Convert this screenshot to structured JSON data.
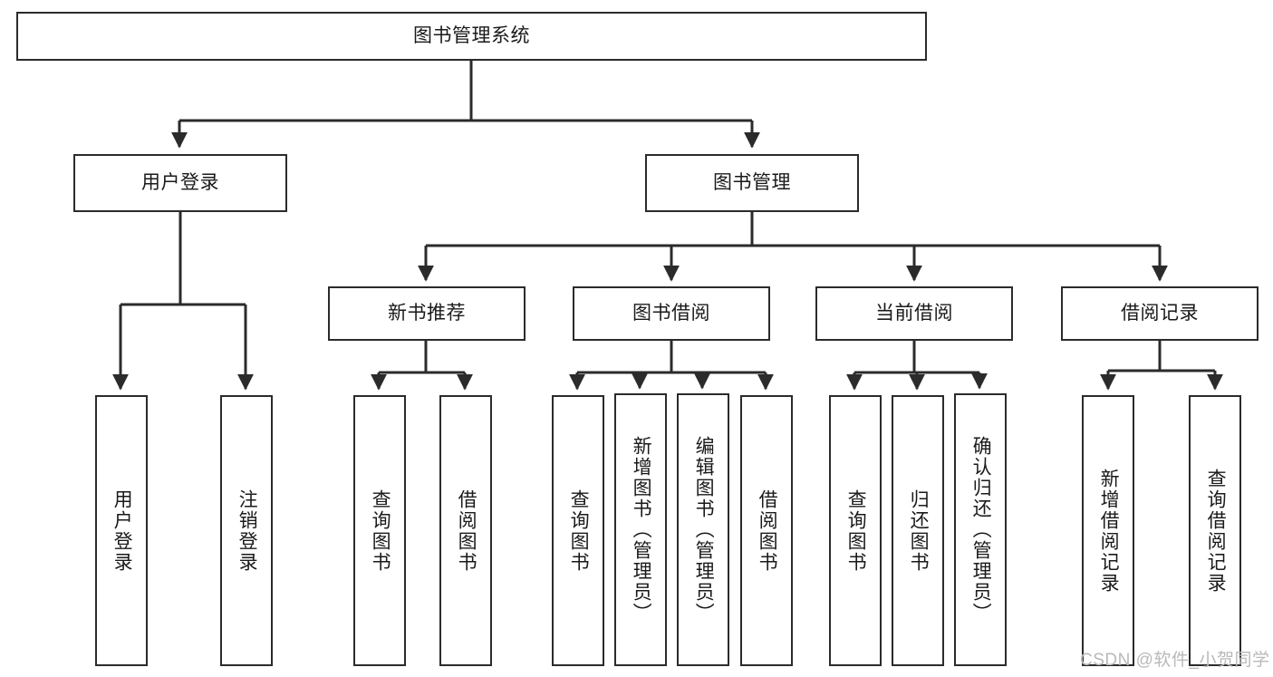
{
  "diagram": {
    "title": "图书管理系统",
    "type": "tree-hierarchy-functional-decomposition",
    "watermark": "CSDN @软件_小贺同学",
    "colors": {
      "box_border": "#2b2b2b",
      "box_fill": "#ffffff",
      "connector": "#2b2b2b",
      "text": "#1a1a1a",
      "watermark": "#b9b9b9",
      "background": "#ffffff"
    },
    "nodes": {
      "root": {
        "label": "图书管理系统",
        "level": 1,
        "orientation": "horizontal"
      },
      "l2": [
        {
          "id": "user-login",
          "label": "用户登录",
          "level": 2,
          "orientation": "horizontal"
        },
        {
          "id": "book-manage",
          "label": "图书管理",
          "level": 2,
          "orientation": "horizontal"
        }
      ],
      "l3": [
        {
          "id": "new-book-rec",
          "label": "新书推荐",
          "level": 3,
          "orientation": "horizontal"
        },
        {
          "id": "book-borrow",
          "label": "图书借阅",
          "level": 3,
          "orientation": "horizontal"
        },
        {
          "id": "current-borrow",
          "label": "当前借阅",
          "level": 3,
          "orientation": "horizontal"
        },
        {
          "id": "borrow-record",
          "label": "借阅记录",
          "level": 3,
          "orientation": "horizontal"
        }
      ],
      "leaves": [
        {
          "id": "leaf-user-login",
          "label": "用户登录",
          "parent": "user-login",
          "orientation": "vertical"
        },
        {
          "id": "leaf-logout",
          "label": "注销登录",
          "parent": "user-login",
          "orientation": "vertical"
        },
        {
          "id": "leaf-query-book-1",
          "label": "查询图书",
          "parent": "new-book-rec",
          "orientation": "vertical"
        },
        {
          "id": "leaf-borrow-book-1",
          "label": "借阅图书",
          "parent": "new-book-rec",
          "orientation": "vertical"
        },
        {
          "id": "leaf-query-book-2",
          "label": "查询图书",
          "parent": "book-borrow",
          "orientation": "vertical"
        },
        {
          "id": "leaf-add-book",
          "label": "新增图书（管理员）",
          "parent": "book-borrow",
          "orientation": "vertical"
        },
        {
          "id": "leaf-edit-book",
          "label": "编辑图书（管理员）",
          "parent": "book-borrow",
          "orientation": "vertical"
        },
        {
          "id": "leaf-borrow-book-2",
          "label": "借阅图书",
          "parent": "book-borrow",
          "orientation": "vertical"
        },
        {
          "id": "leaf-query-book-3",
          "label": "查询图书",
          "parent": "current-borrow",
          "orientation": "vertical"
        },
        {
          "id": "leaf-return-book",
          "label": "归还图书",
          "parent": "current-borrow",
          "orientation": "vertical"
        },
        {
          "id": "leaf-confirm-return",
          "label": "确认归还（管理员）",
          "parent": "current-borrow",
          "orientation": "vertical"
        },
        {
          "id": "leaf-add-record",
          "label": "新增借阅记录",
          "parent": "borrow-record",
          "orientation": "vertical"
        },
        {
          "id": "leaf-query-record",
          "label": "查询借阅记录",
          "parent": "borrow-record",
          "orientation": "vertical"
        }
      ]
    }
  }
}
